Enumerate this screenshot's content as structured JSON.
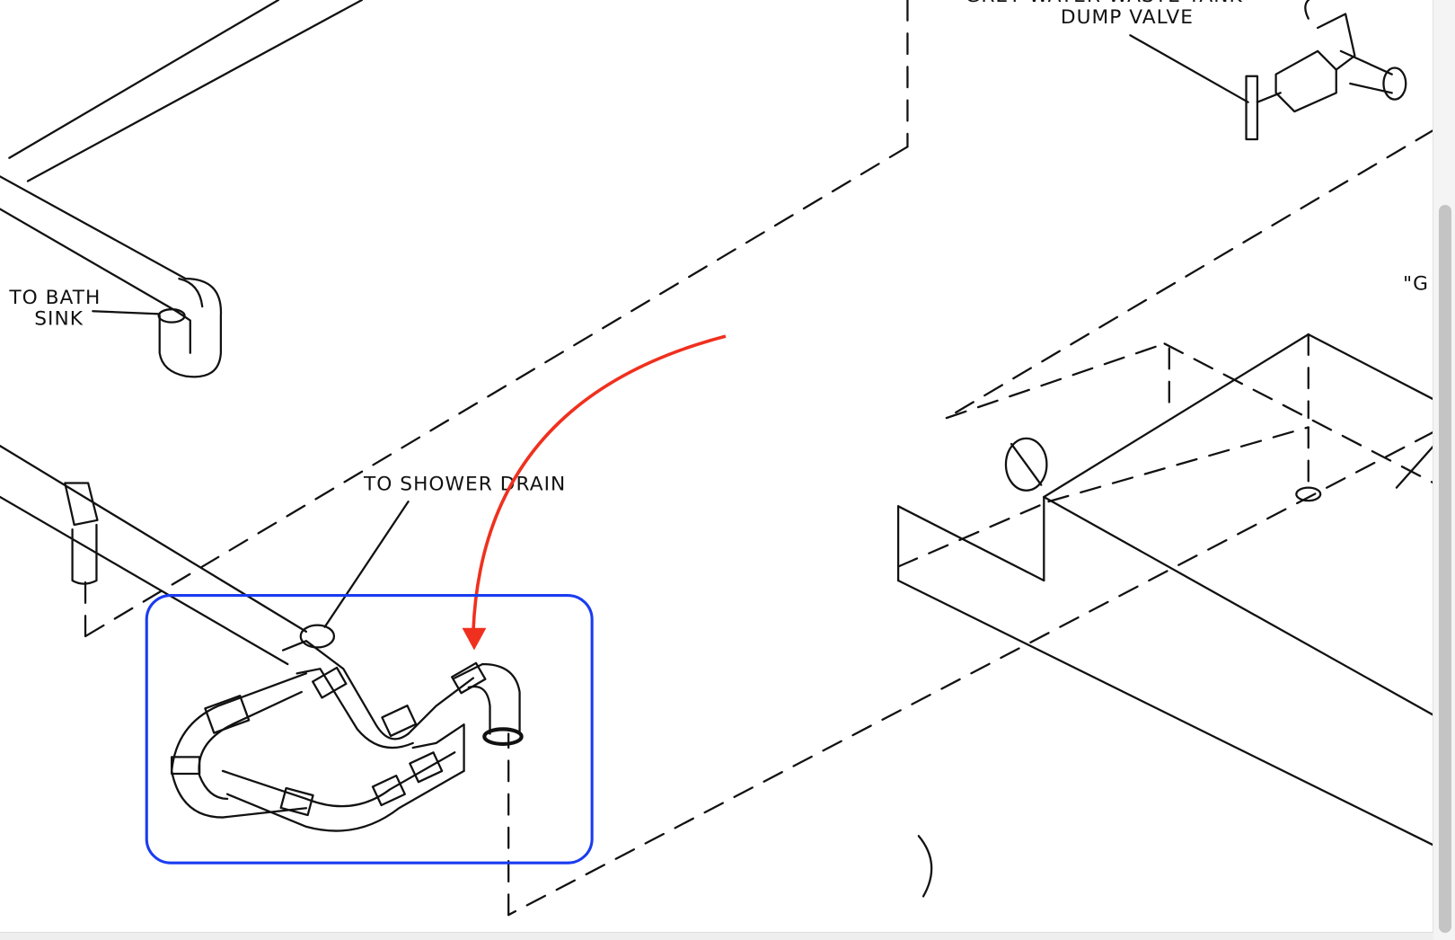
{
  "labels": {
    "top_partial": "GREY WATER WASTE TANK",
    "dump_valve": "DUMP VALVE",
    "bath_sink_line1": "TO BATH",
    "bath_sink_line2": "SINK",
    "shower_drain": "TO SHOWER DRAIN",
    "edge_partial": "\"G"
  },
  "annotations": {
    "arrow_color": "#f0301e",
    "highlight_box_color": "#1a3cf0"
  }
}
